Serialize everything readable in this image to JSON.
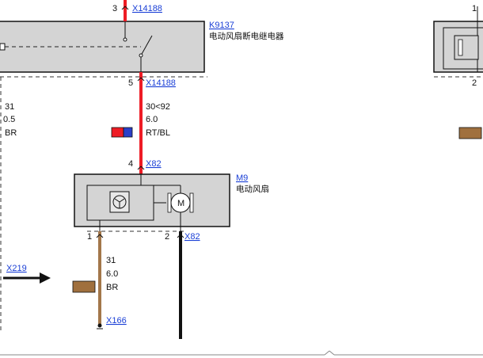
{
  "colors": {
    "wire_red": "#ee1c25",
    "wire_brown": "#a3774a",
    "wire_black": "#111111",
    "swatch_blue": "#2b3fc8",
    "swatch_brown": "#a0703e",
    "link": "#1a3fd6",
    "box_fill": "#d4d4d4"
  },
  "relay": {
    "id": "K9137",
    "name": "电动风扇断电继电器",
    "pin_top": "3",
    "conn_top": "X14188",
    "pin_bottom": "5",
    "conn_bottom": "X14188"
  },
  "red_wire": {
    "lines": [
      "30<92",
      "6.0",
      "RT/BL"
    ]
  },
  "left_wire": {
    "lines": [
      "31",
      "0.5",
      "BR"
    ]
  },
  "motor": {
    "id": "M9",
    "name": "电动风扇",
    "pin_top": "4",
    "conn_top": "X82",
    "pin_left": "1",
    "pin_right": "2",
    "conn_right": "X82",
    "motor_symbol": "M"
  },
  "ground_wire": {
    "lines": [
      "31",
      "6.0",
      "BR"
    ],
    "ground_conn": "X166"
  },
  "arrow_ref": {
    "label": "X219"
  },
  "right_component": {
    "pin_top": "1",
    "pin_bottom": "2"
  },
  "icons": {
    "relay_switch": "relay-contact-icon",
    "motor": "motor-icon",
    "controller": "fan-controller-icon",
    "ground": "ground-icon",
    "arrow": "arrow-right-icon"
  }
}
